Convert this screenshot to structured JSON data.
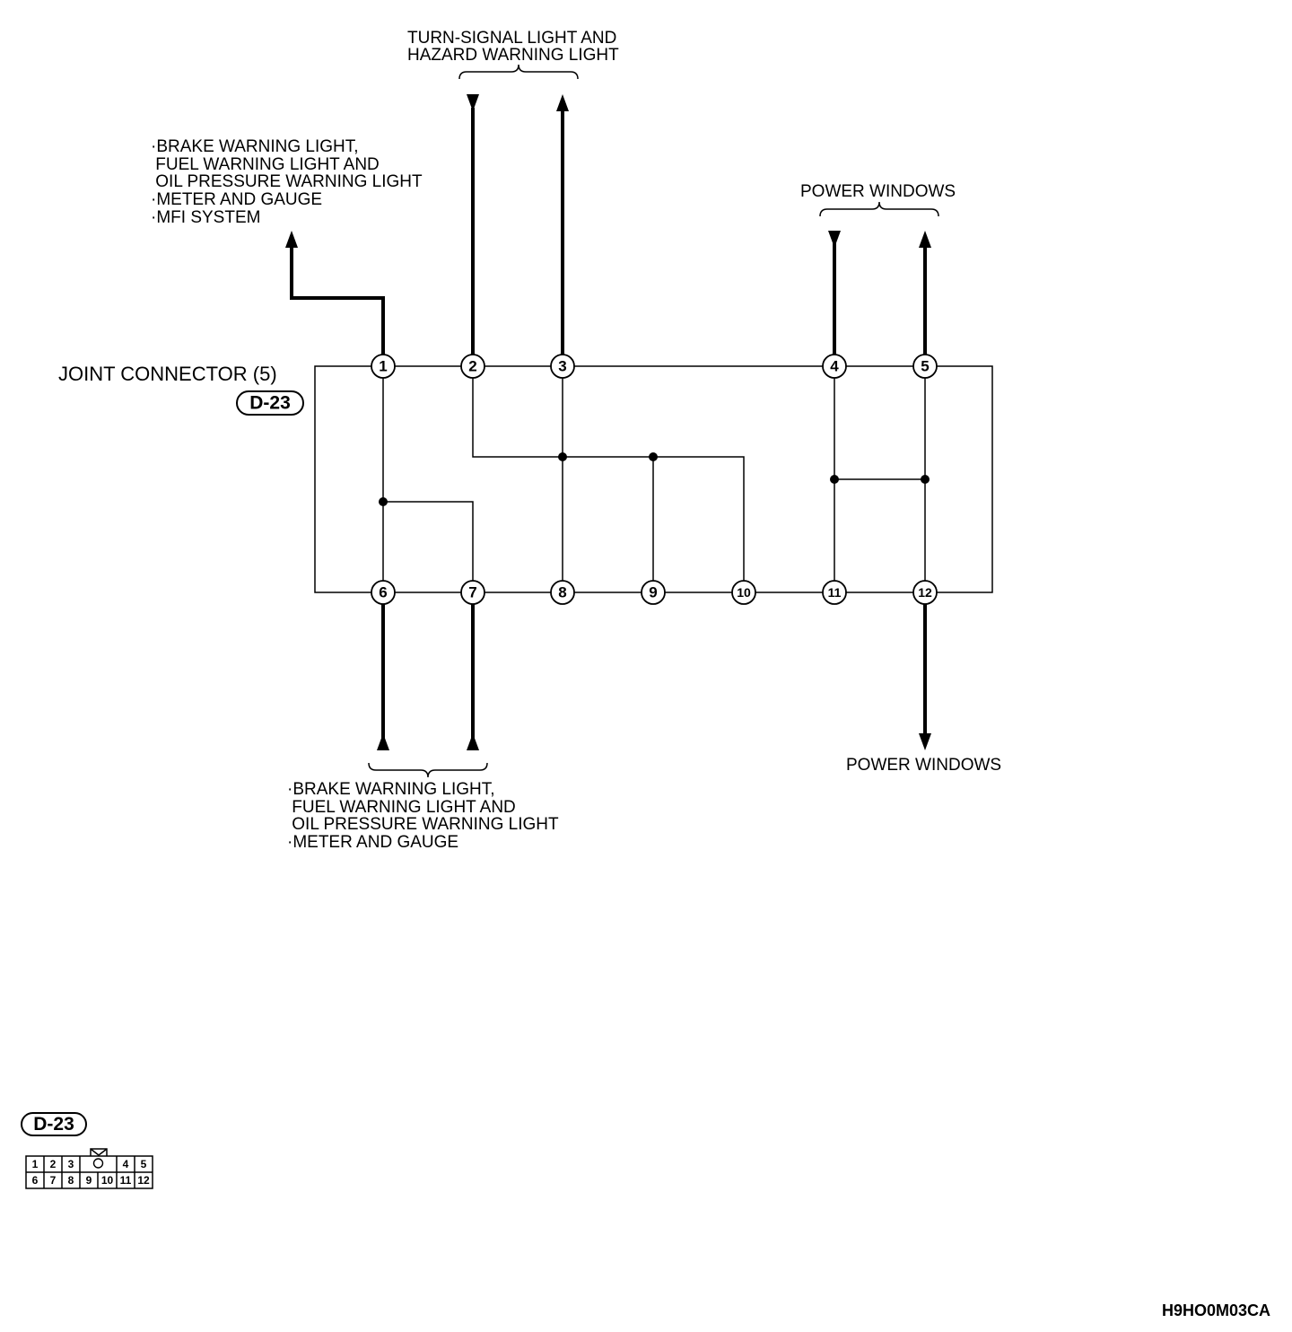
{
  "connector": {
    "title": "JOINT CONNECTOR (5)",
    "tag": "D-23",
    "pins": [
      "1",
      "2",
      "3",
      "4",
      "5",
      "6",
      "7",
      "8",
      "9",
      "10",
      "11",
      "12"
    ]
  },
  "labels": {
    "top_left": [
      "·BRAKE WARNING LIGHT,",
      " FUEL WARNING LIGHT AND",
      " OIL PRESSURE WARNING LIGHT",
      "·METER AND GAUGE",
      "·MFI SYSTEM"
    ],
    "top_center": [
      "TURN-SIGNAL LIGHT AND",
      "HAZARD WARNING LIGHT"
    ],
    "top_right": "POWER WINDOWS",
    "bottom_left": [
      "·BRAKE WARNING LIGHT,",
      " FUEL WARNING LIGHT AND",
      " OIL PRESSURE WARNING LIGHT",
      "·METER AND GAUGE"
    ],
    "bottom_right": "POWER WINDOWS"
  },
  "connector_face": {
    "tag": "D-23",
    "top_row": [
      "1",
      "2",
      "3",
      "",
      "4",
      "5"
    ],
    "bottom_row": [
      "6",
      "7",
      "8",
      "9",
      "10",
      "11",
      "12"
    ]
  },
  "figure_code": "H9HO0M03CA"
}
